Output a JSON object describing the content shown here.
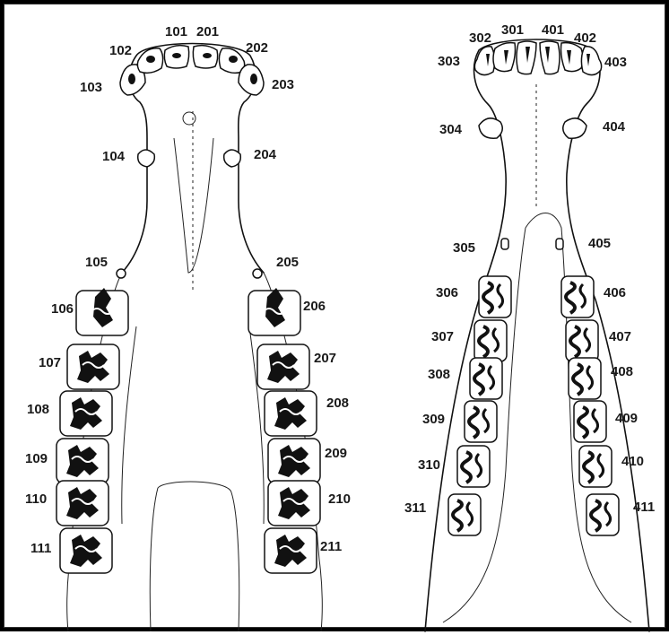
{
  "diagram": {
    "upper_jaw": {
      "incisors": [
        "101",
        "102",
        "103",
        "201",
        "202",
        "203"
      ],
      "canines": [
        "104",
        "204"
      ],
      "wolf_teeth": [
        "105",
        "205"
      ],
      "cheek_teeth": [
        "106",
        "107",
        "108",
        "109",
        "110",
        "111",
        "206",
        "207",
        "208",
        "209",
        "210",
        "211"
      ]
    },
    "lower_jaw": {
      "incisors": [
        "301",
        "302",
        "303",
        "401",
        "402",
        "403"
      ],
      "canines": [
        "304",
        "404"
      ],
      "wolf_teeth": [
        "305",
        "405"
      ],
      "cheek_teeth": [
        "306",
        "307",
        "308",
        "309",
        "310",
        "311",
        "406",
        "407",
        "408",
        "409",
        "410",
        "411"
      ]
    }
  },
  "colors": {
    "border": "#000000",
    "ink": "#111111",
    "background": "#ffffff"
  }
}
